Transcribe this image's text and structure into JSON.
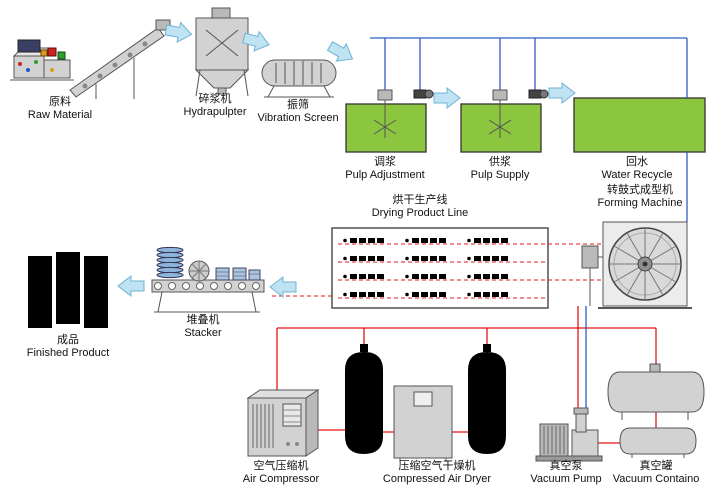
{
  "colors": {
    "pool_green": "#8cc63f",
    "pipe_red": "#e81414",
    "pipe_blue": "#2b5fc7",
    "arrow_fill": "#bfe3f2",
    "arrow_stroke": "#6fb3d6"
  },
  "labels": {
    "raw_material": {
      "zh": "原料",
      "en": "Raw Material"
    },
    "hydrapulpter": {
      "zh": "碎浆机",
      "en": "Hydrapulpter"
    },
    "vibration_screen": {
      "zh": "振筛",
      "en": "Vibration Screen"
    },
    "pulp_adjustment": {
      "zh": "调浆",
      "en": "Pulp Adjustment"
    },
    "pulp_supply": {
      "zh": "供浆",
      "en": "Pulp Supply"
    },
    "water_recycle": {
      "zh": "回水",
      "en": "Water Recycle"
    },
    "forming_machine": {
      "zh": "转鼓式成型机",
      "en": "Forming Machine"
    },
    "drying_line": {
      "zh": "烘干生产线",
      "en": "Drying Product Line"
    },
    "stacker": {
      "zh": "堆叠机",
      "en": "Stacker"
    },
    "finished_product": {
      "zh": "成品",
      "en": "Finished Product"
    },
    "air_compressor": {
      "zh": "空气压缩机",
      "en": "Air Compressor"
    },
    "air_dryer": {
      "zh": "压缩空气干燥机",
      "en": "Compressed Air Dryer"
    },
    "vacuum_pump": {
      "zh": "真空泵",
      "en": "Vacuum Pump"
    },
    "vacuum_container": {
      "zh": "真空罐",
      "en": "Vacuum Containo"
    }
  }
}
